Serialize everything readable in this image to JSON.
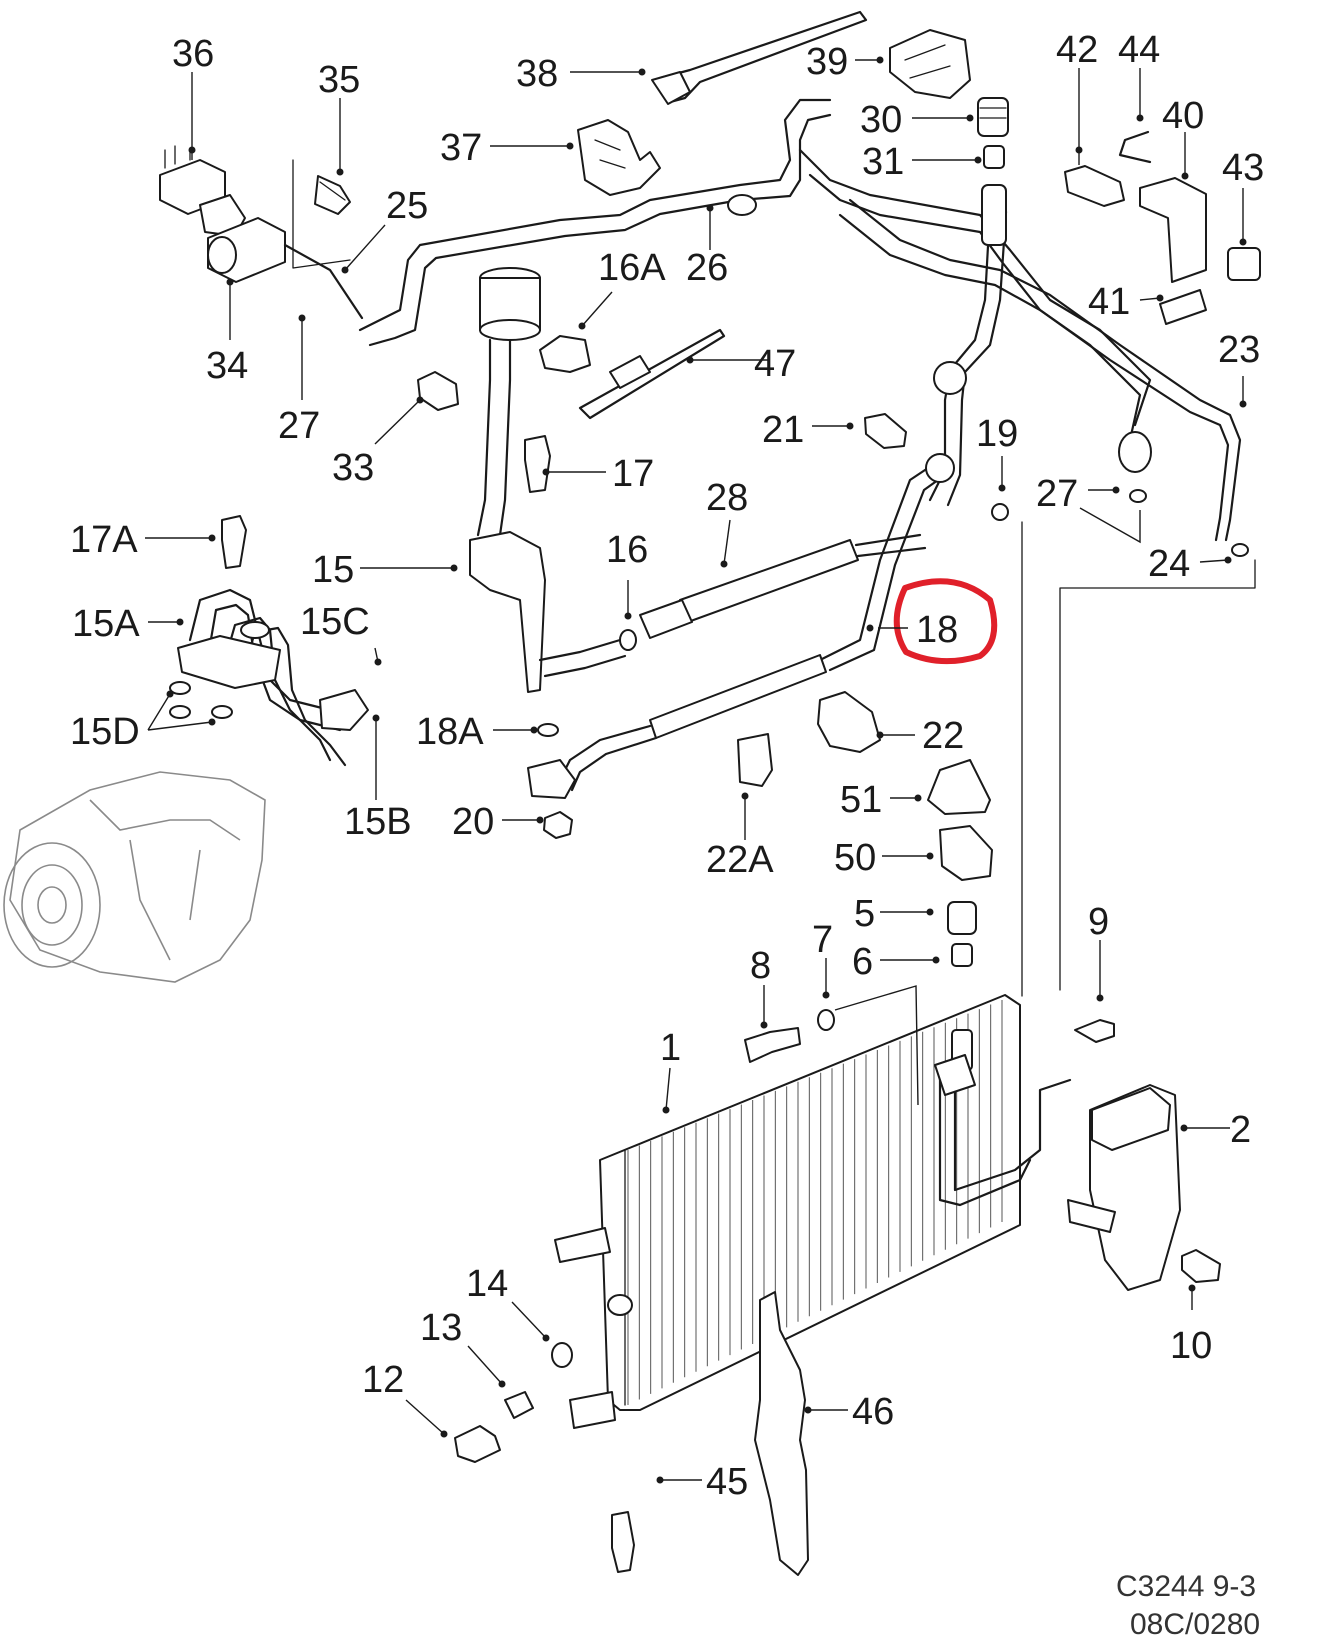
{
  "labels": {
    "p36": "36",
    "p35": "35",
    "p38": "38",
    "p39": "39",
    "p42": "42",
    "p44": "44",
    "p40": "40",
    "p43": "43",
    "p30": "30",
    "p31": "31",
    "p37": "37",
    "p25": "25",
    "p26": "26",
    "p16A": "16A",
    "p34": "34",
    "p27a": "27",
    "p33": "33",
    "p47": "47",
    "p41": "41",
    "p23": "23",
    "p21": "21",
    "p19": "19",
    "p27b": "27",
    "p17": "17",
    "p28": "28",
    "p17A": "17A",
    "p15": "15",
    "p16": "16",
    "p24": "24",
    "p15A": "15A",
    "p15C": "15C",
    "p18": "18",
    "p15D": "15D",
    "p18A": "18A",
    "p22": "22",
    "p15B": "15B",
    "p20": "20",
    "p51": "51",
    "p22A": "22A",
    "p50": "50",
    "p5": "5",
    "p9": "9",
    "p7": "7",
    "p6": "6",
    "p8": "8",
    "p1": "1",
    "p2": "2",
    "p14": "14",
    "p13": "13",
    "p10": "10",
    "p12": "12",
    "p46": "46",
    "p45": "45"
  },
  "caption": {
    "line1": "C3244 9-3",
    "line2": "08C/0280"
  },
  "highlight": {
    "part": "18",
    "color": "#e0202a"
  }
}
